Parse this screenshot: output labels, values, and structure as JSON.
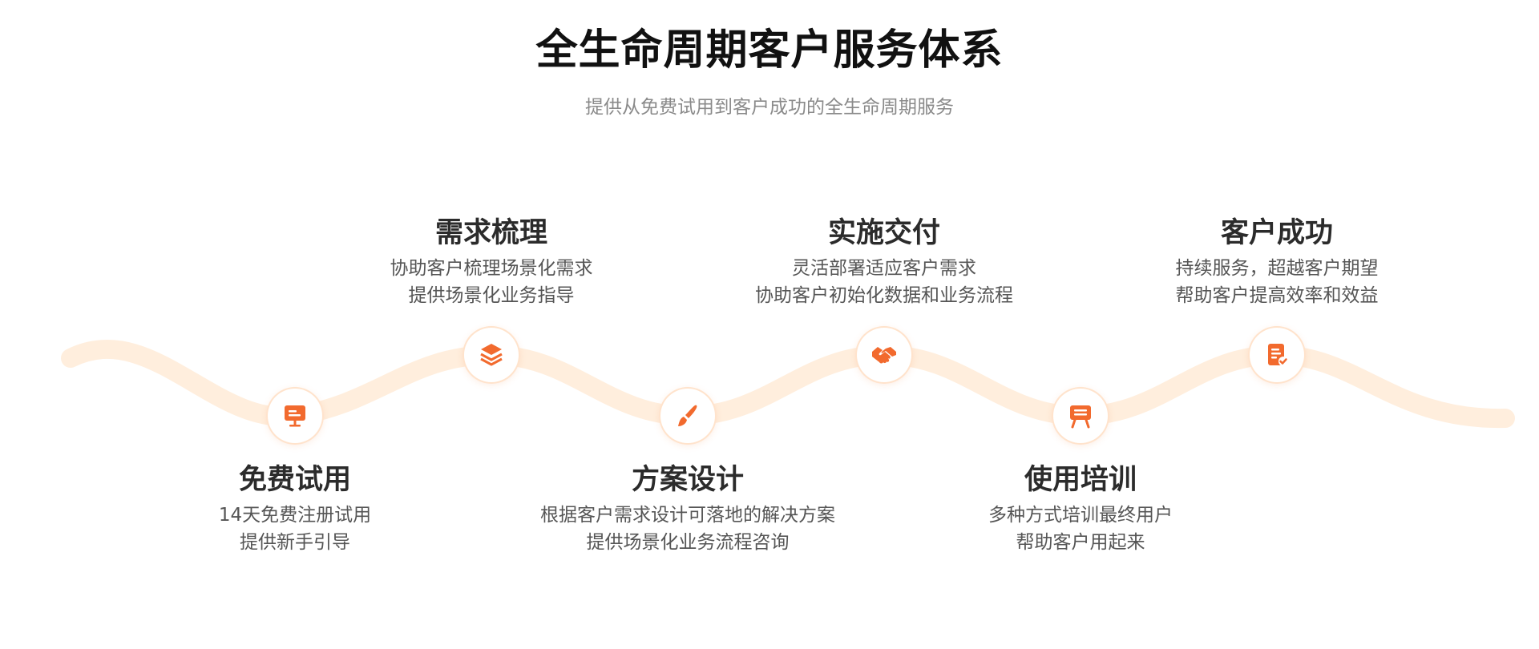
{
  "header": {
    "title": "全生命周期客户服务体系",
    "subtitle": "提供从免费试用到客户成功的全生命周期服务"
  },
  "colors": {
    "accent": "#f26a2e",
    "wave": "#ffeedd",
    "node_ring": "#ffe3cc"
  },
  "steps": [
    {
      "title": "免费试用",
      "desc1": "14天免费注册试用",
      "desc2": "提供新手引导",
      "icon": "monitor-icon",
      "label_position": "below"
    },
    {
      "title": "需求梳理",
      "desc1": "协助客户梳理场景化需求",
      "desc2": "提供场景化业务指导",
      "icon": "layers-icon",
      "label_position": "above"
    },
    {
      "title": "方案设计",
      "desc1": "根据客户需求设计可落地的解决方案",
      "desc2": "提供场景化业务流程咨询",
      "icon": "brush-icon",
      "label_position": "below"
    },
    {
      "title": "实施交付",
      "desc1": "灵活部署适应客户需求",
      "desc2": "协助客户初始化数据和业务流程",
      "icon": "handshake-icon",
      "label_position": "above"
    },
    {
      "title": "使用培训",
      "desc1": "多种方式培训最终用户",
      "desc2": "帮助客户用起来",
      "icon": "training-board-icon",
      "label_position": "below"
    },
    {
      "title": "客户成功",
      "desc1": "持续服务，超越客户期望",
      "desc2": "帮助客户提高效率和效益",
      "icon": "checklist-icon",
      "label_position": "above"
    }
  ]
}
